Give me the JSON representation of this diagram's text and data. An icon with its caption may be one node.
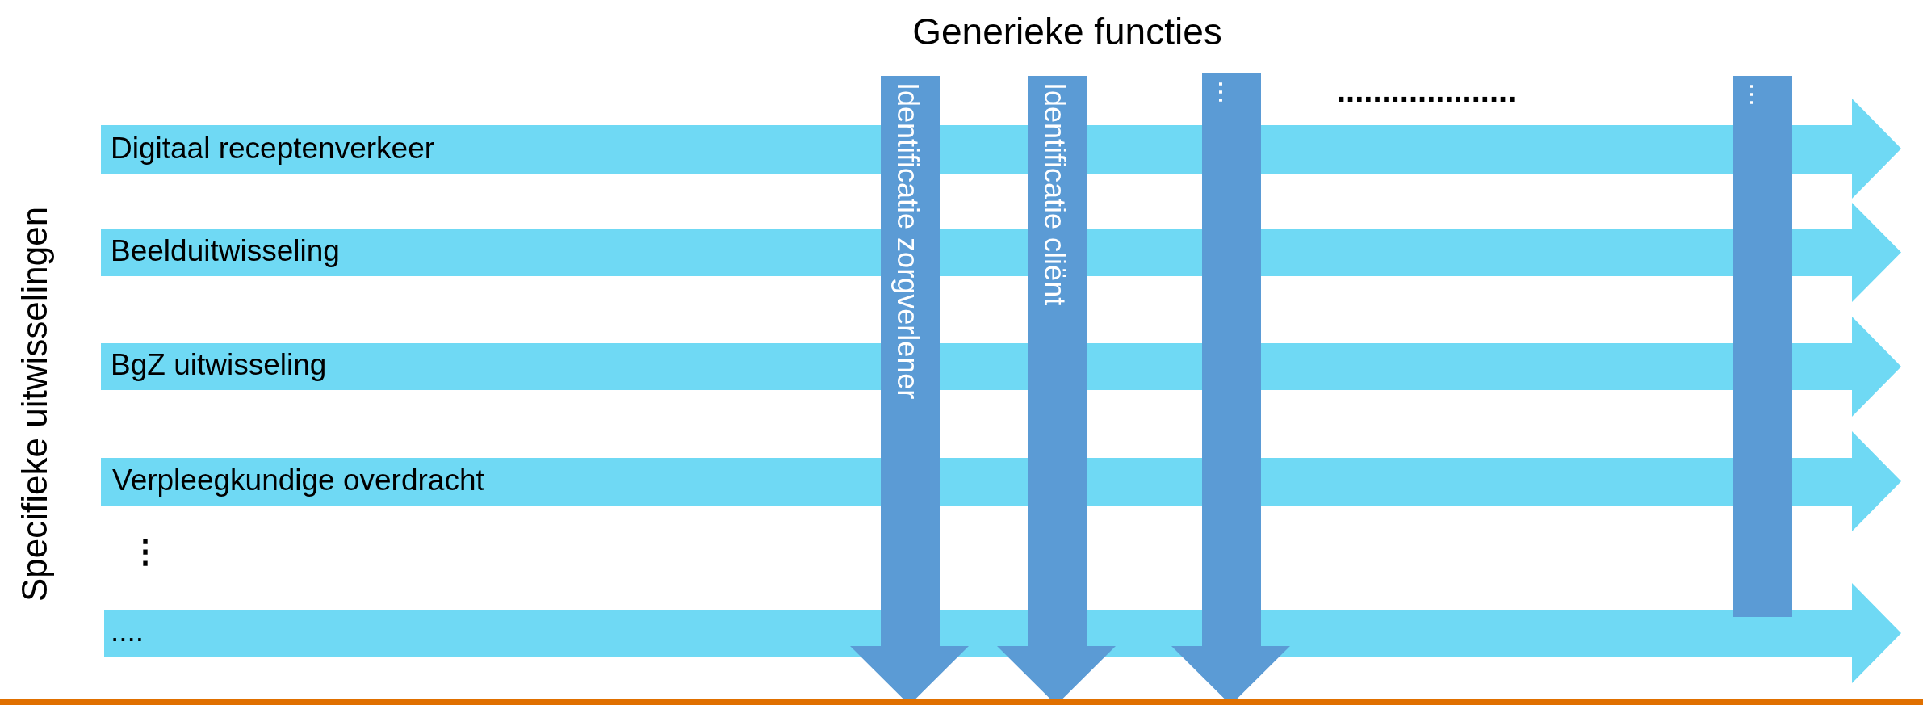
{
  "diagram": {
    "title": "Generieke functies",
    "nodes": [
      {
        "text": [
          "Digitaal receptenverkeer"
        ]
      },
      {
        "text": [
          "Beelduitwisseling"
        ]
      },
      {
        "text": [
          "BgZ uitwisseling"
        ]
      },
      {
        "text": [
          "Verpleegkundige overdracht"
        ]
      },
      {
        "text": [
          "...."
        ]
      },
      {
        "text": [
          "Identificatie zorgverlener"
        ]
      },
      {
        "text": [
          "Identificatie cliënt"
        ]
      },
      {
        "text": [
          "..."
        ]
      },
      {
        "text": [
          "..."
        ]
      }
    ],
    "labels": [
      "Specifieke uitwisselingen",
      "⋮",
      "...................."
    ]
  }
}
